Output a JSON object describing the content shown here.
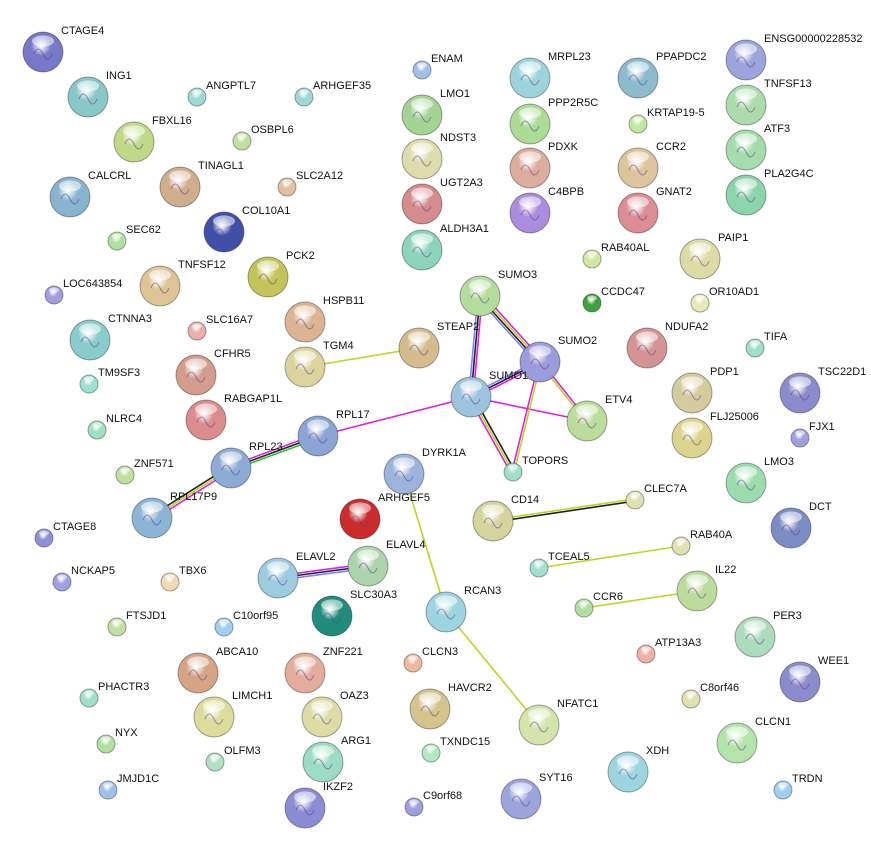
{
  "nodes": [
    {
      "name": "CTAGE4",
      "color": "#7878c8"
    },
    {
      "name": "ING1",
      "color": "#88c8c8"
    },
    {
      "name": "ANGPTL7",
      "color": "#a0d8d8"
    },
    {
      "name": "ARHGEF35",
      "color": "#a0d8d8"
    },
    {
      "name": "FBXL16",
      "color": "#c0d888"
    },
    {
      "name": "OSBPL6",
      "color": "#c0e0a0"
    },
    {
      "name": "TINAGL1",
      "color": "#d0ad8c"
    },
    {
      "name": "SLC2A12",
      "color": "#e0c0a0"
    },
    {
      "name": "CALCRL",
      "color": "#88b4d0"
    },
    {
      "name": "COL10A1",
      "color": "#4050a8"
    },
    {
      "name": "SEC62",
      "color": "#b0e0a0"
    },
    {
      "name": "TNFSF12",
      "color": "#dcc494"
    },
    {
      "name": "PCK2",
      "color": "#c4c458"
    },
    {
      "name": "LOC643854",
      "color": "#a0a0e0"
    },
    {
      "name": "SLC16A7",
      "color": "#e8b0a8"
    },
    {
      "name": "HSPB11",
      "color": "#dcb494"
    },
    {
      "name": "CTNNA3",
      "color": "#88cccc"
    },
    {
      "name": "CFHR5",
      "color": "#d49c8c"
    },
    {
      "name": "TGM4",
      "color": "#dcd49c"
    },
    {
      "name": "STEAP2",
      "color": "#d4bc8c"
    },
    {
      "name": "TM9SF3",
      "color": "#a0e0d0"
    },
    {
      "name": "RABGAP1L",
      "color": "#dc8c8c"
    },
    {
      "name": "NLRC4",
      "color": "#a0e0c0"
    },
    {
      "name": "RPL17",
      "color": "#8ca4d4"
    },
    {
      "name": "RPL23",
      "color": "#8cacd4"
    },
    {
      "name": "ZNF571",
      "color": "#c0e0a0"
    },
    {
      "name": "RPL17P9",
      "color": "#8cb4d4"
    },
    {
      "name": "CTAGE8",
      "color": "#9090d8"
    },
    {
      "name": "SUMO3",
      "color": "#b4dc9c"
    },
    {
      "name": "CCDC47",
      "color": "#40a040"
    },
    {
      "name": "SUMO2",
      "color": "#9c9cdc"
    },
    {
      "name": "SUMO1",
      "color": "#9cc4dc"
    },
    {
      "name": "ETV4",
      "color": "#bcdc9c"
    },
    {
      "name": "TOPORS",
      "color": "#a0e0c8"
    },
    {
      "name": "DYRK1A",
      "color": "#9cb4dc"
    },
    {
      "name": "ARHGEF5",
      "color": "#cc2c2c"
    },
    {
      "name": "CD14",
      "color": "#d4d49c"
    },
    {
      "name": "CLEC7A",
      "color": "#e0e0b0"
    },
    {
      "name": "ELAVL2",
      "color": "#9ccce0"
    },
    {
      "name": "ELAVL4",
      "color": "#acd4ac"
    },
    {
      "name": "TCEAL5",
      "color": "#a0e0d0"
    },
    {
      "name": "RAB40A",
      "color": "#e0e0b0"
    },
    {
      "name": "NCKAP5",
      "color": "#a0a0e0"
    },
    {
      "name": "TBX6",
      "color": "#f0d8b0"
    },
    {
      "name": "SLC30A3",
      "color": "#208c7c"
    },
    {
      "name": "RCAN3",
      "color": "#9cd4e0"
    },
    {
      "name": "CCR6",
      "color": "#b0e0a0"
    },
    {
      "name": "IL22",
      "color": "#bcdc9c"
    },
    {
      "name": "FTSJD1",
      "color": "#c0e0a0"
    },
    {
      "name": "C10orf95",
      "color": "#a0d0f0"
    },
    {
      "name": "ABCA10",
      "color": "#d4a484"
    },
    {
      "name": "ZNF221",
      "color": "#e4ac9c"
    },
    {
      "name": "CLCN3",
      "color": "#f0b8a0"
    },
    {
      "name": "ATP13A3",
      "color": "#f0b0a8"
    },
    {
      "name": "PER3",
      "color": "#acdcbc"
    },
    {
      "name": "PHACTR3",
      "color": "#a0e0c8"
    },
    {
      "name": "LIMCH1",
      "color": "#dcdc9c"
    },
    {
      "name": "OAZ3",
      "color": "#dcdca4"
    },
    {
      "name": "HAVCR2",
      "color": "#d4c48c"
    },
    {
      "name": "NFATC1",
      "color": "#d4e4ac"
    },
    {
      "name": "C8orf46",
      "color": "#e0e0b0"
    },
    {
      "name": "WEE1",
      "color": "#8c8ccc"
    },
    {
      "name": "NYX",
      "color": "#b0e0a0"
    },
    {
      "name": "OLFM3",
      "color": "#b0e0c8"
    },
    {
      "name": "ARG1",
      "color": "#9cdcc4"
    },
    {
      "name": "TXNDC15",
      "color": "#b0e8c0"
    },
    {
      "name": "XDH",
      "color": "#9cd4e0"
    },
    {
      "name": "CLCN1",
      "color": "#b4e4ac"
    },
    {
      "name": "JMJD1C",
      "color": "#a0c0e8"
    },
    {
      "name": "IKZF2",
      "color": "#8c8cd4"
    },
    {
      "name": "C9orf68",
      "color": "#a0a0e0"
    },
    {
      "name": "SYT16",
      "color": "#9ca4dc"
    },
    {
      "name": "TRDN",
      "color": "#a0d0f0"
    },
    {
      "name": "ENAM",
      "color": "#a0c0e8"
    },
    {
      "name": "LMO1",
      "color": "#a4d494"
    },
    {
      "name": "NDST3",
      "color": "#dcdcac"
    },
    {
      "name": "UGT2A3",
      "color": "#d48c8c"
    },
    {
      "name": "ALDH3A1",
      "color": "#8cd4bc"
    },
    {
      "name": "MRPL23",
      "color": "#9cd4dc"
    },
    {
      "name": "PPP2R5C",
      "color": "#acdc94"
    },
    {
      "name": "PDXK",
      "color": "#dcac9c"
    },
    {
      "name": "C4BPB",
      "color": "#ac8cdc"
    },
    {
      "name": "PPAPDC2",
      "color": "#8cbccc"
    },
    {
      "name": "KRTAP19-5",
      "color": "#c0e8a0"
    },
    {
      "name": "CCR2",
      "color": "#dcc49c"
    },
    {
      "name": "GNAT2",
      "color": "#dc8c94"
    },
    {
      "name": "RAB40AL",
      "color": "#d0e8a0"
    },
    {
      "name": "ENSG00000228532",
      "color": "#9ca4dc"
    },
    {
      "name": "TNFSF13",
      "color": "#acdcac"
    },
    {
      "name": "ATF3",
      "color": "#a4dcac"
    },
    {
      "name": "PLA2G4C",
      "color": "#8cd4ac"
    },
    {
      "name": "PAIP1",
      "color": "#dcdca4"
    },
    {
      "name": "OR10AD1",
      "color": "#e8e8b8"
    },
    {
      "name": "NDUFA2",
      "color": "#d49494"
    },
    {
      "name": "TIFA",
      "color": "#a0e0c8"
    },
    {
      "name": "PDP1",
      "color": "#d4cc9c"
    },
    {
      "name": "TSC22D1",
      "color": "#8c8ccc"
    },
    {
      "name": "FLJ25006",
      "color": "#dcd48c"
    },
    {
      "name": "FJX1",
      "color": "#a0a0e0"
    },
    {
      "name": "LMO3",
      "color": "#9cdcac"
    },
    {
      "name": "DCT",
      "color": "#7c8cc4"
    }
  ],
  "edge_colors": {
    "textmining": "#b8d820",
    "database": "#8080ff",
    "coexpression": "#222222",
    "experiments": "#e020e0",
    "neighborhood": "#30c030"
  },
  "edges": [
    {
      "source": "SUMO3",
      "target": "SUMO1",
      "types": [
        "experiments",
        "coexpression",
        "database"
      ]
    },
    {
      "source": "SUMO3",
      "target": "SUMO2",
      "types": [
        "experiments",
        "textmining",
        "coexpression",
        "database"
      ]
    },
    {
      "source": "SUMO1",
      "target": "SUMO2",
      "types": [
        "database",
        "coexpression",
        "experiments"
      ]
    },
    {
      "source": "SUMO1",
      "target": "RPL17",
      "types": [
        "experiments"
      ]
    },
    {
      "source": "SUMO1",
      "target": "ETV4",
      "types": [
        "experiments"
      ]
    },
    {
      "source": "SUMO1",
      "target": "TOPORS",
      "types": [
        "coexpression",
        "textmining",
        "experiments"
      ]
    },
    {
      "source": "SUMO2",
      "target": "TOPORS",
      "types": [
        "textmining",
        "experiments"
      ]
    },
    {
      "source": "SUMO2",
      "target": "ETV4",
      "types": [
        "experiments",
        "textmining"
      ]
    },
    {
      "source": "TGM4",
      "target": "STEAP2",
      "types": [
        "textmining"
      ]
    },
    {
      "source": "RPL17",
      "target": "RPL23",
      "types": [
        "neighborhood",
        "coexpression",
        "experiments"
      ]
    },
    {
      "source": "RPL23",
      "target": "RPL17P9",
      "types": [
        "experiments",
        "textmining",
        "coexpression"
      ]
    },
    {
      "source": "ELAVL2",
      "target": "ELAVL4",
      "types": [
        "experiments",
        "coexpression",
        "database"
      ]
    },
    {
      "source": "DYRK1A",
      "target": "RCAN3",
      "types": [
        "textmining"
      ]
    },
    {
      "source": "RCAN3",
      "target": "NFATC1",
      "types": [
        "textmining"
      ]
    },
    {
      "source": "CD14",
      "target": "CLEC7A",
      "types": [
        "textmining",
        "coexpression"
      ]
    },
    {
      "source": "TCEAL5",
      "target": "RAB40A",
      "types": [
        "textmining"
      ]
    },
    {
      "source": "CCR6",
      "target": "IL22",
      "types": [
        "textmining"
      ]
    }
  ]
}
